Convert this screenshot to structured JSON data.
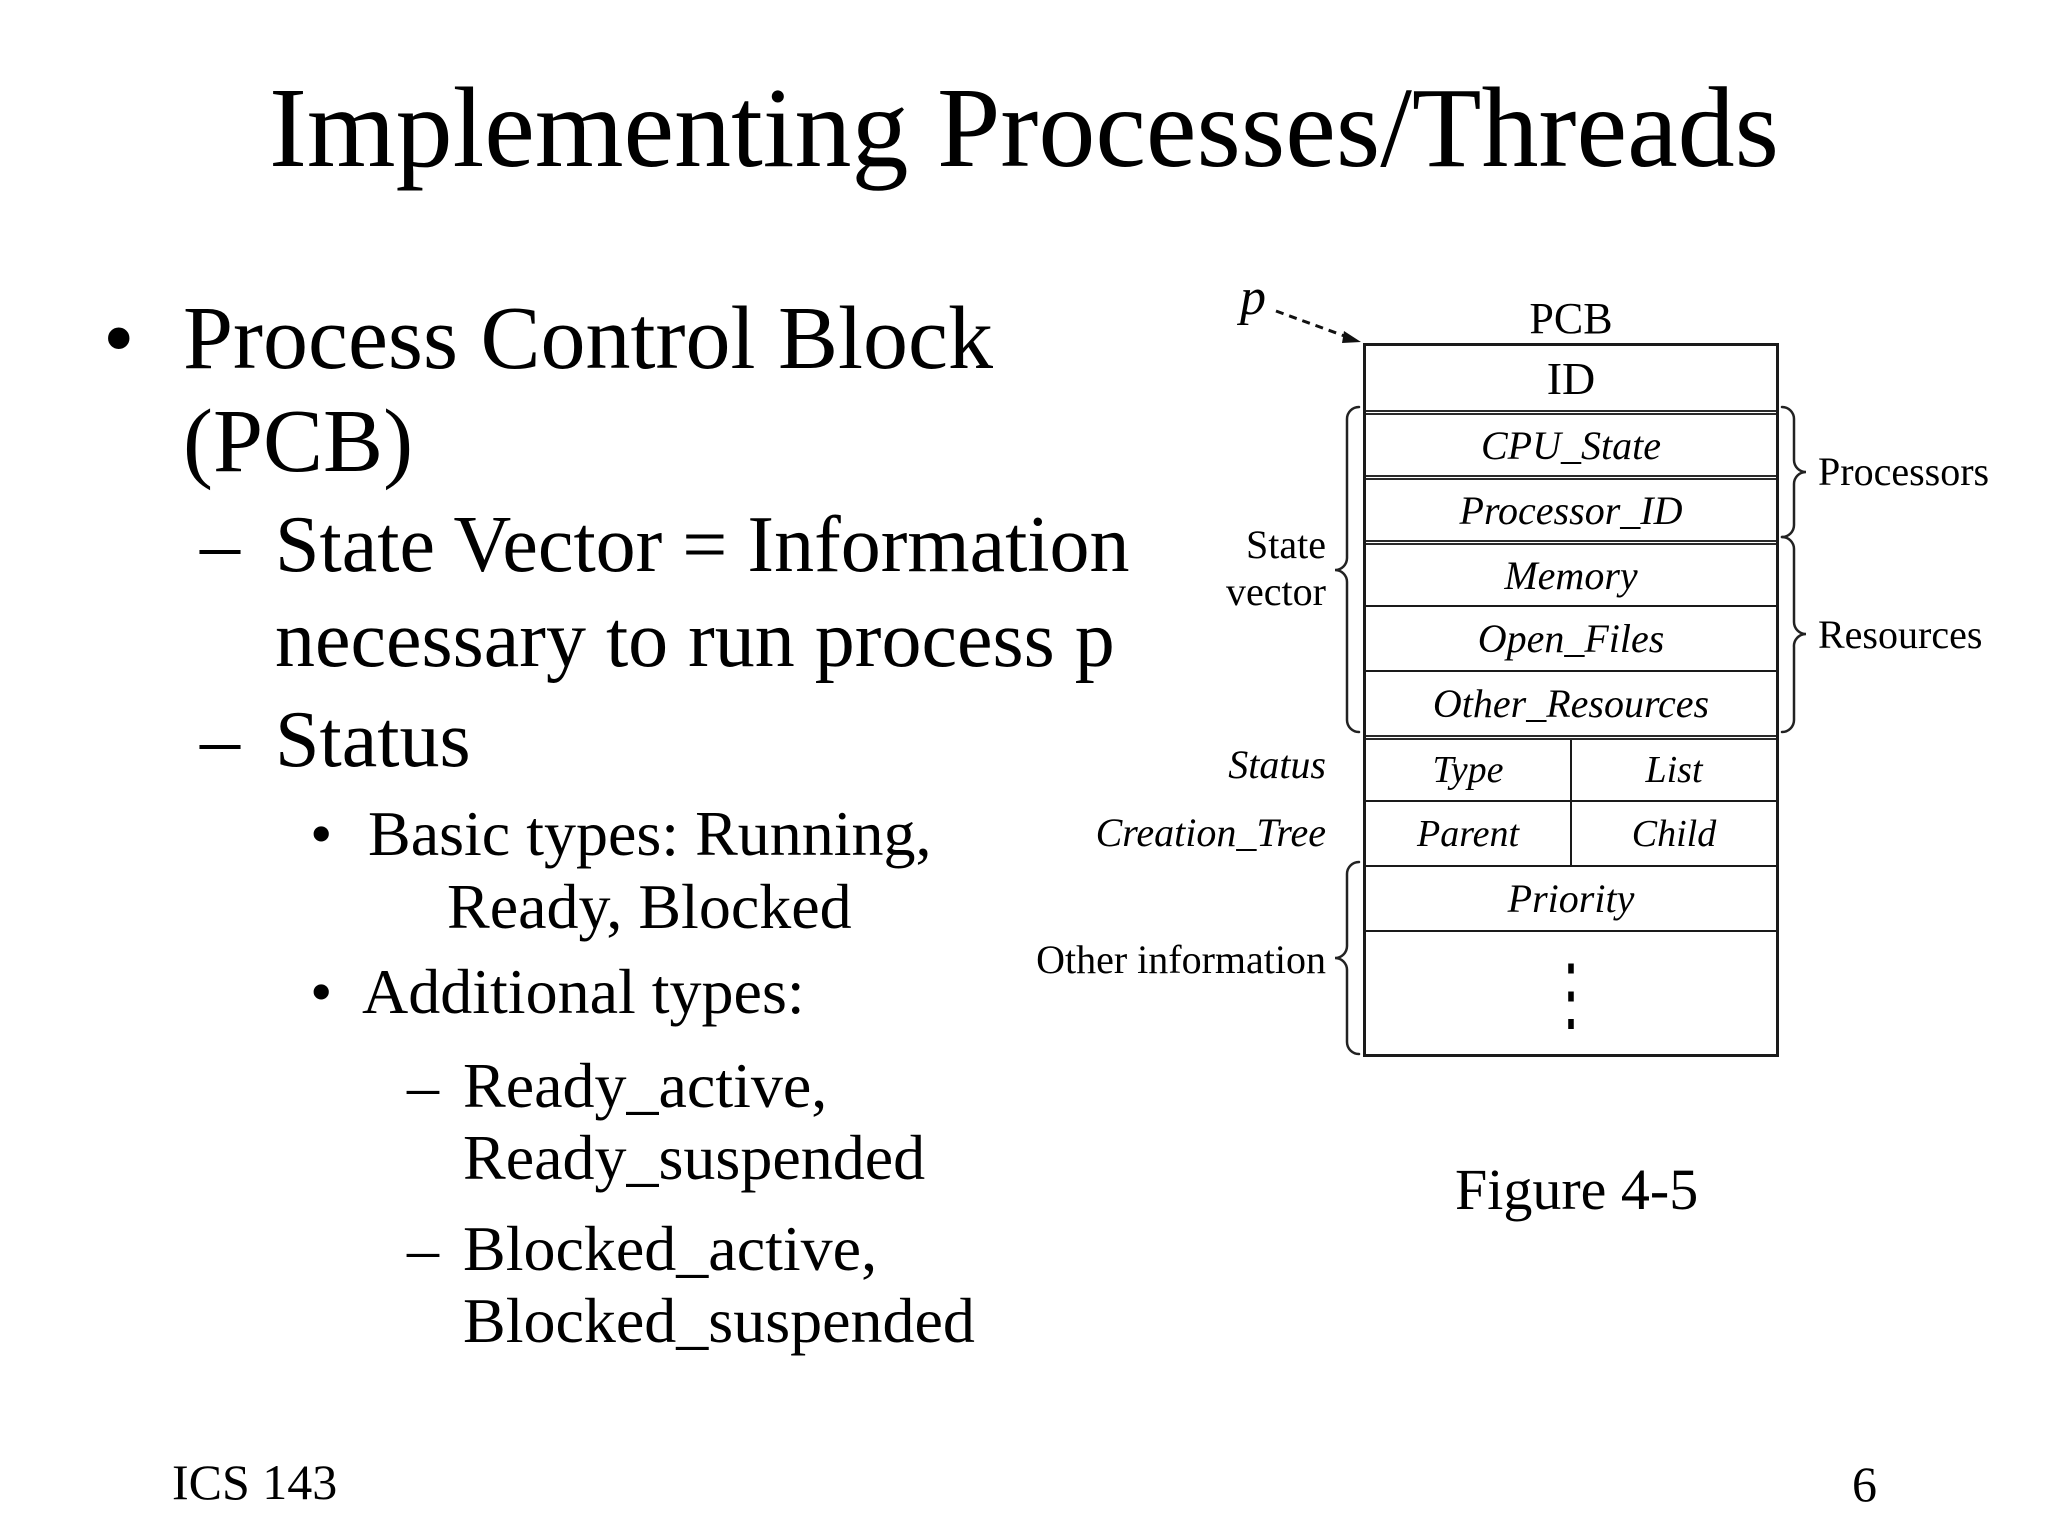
{
  "title": "Implementing Processes/Threads",
  "bullets": [
    {
      "marker": "•",
      "lines": [
        "Process Control Block",
        "(PCB)"
      ]
    },
    {
      "marker": "–",
      "lines": [
        "State Vector = Information",
        "necessary to run process p"
      ]
    },
    {
      "marker": "–",
      "lines": [
        "Status"
      ]
    },
    {
      "marker": "•",
      "lines": [
        "Basic types: Running,",
        "Ready, Blocked"
      ]
    },
    {
      "marker": "•",
      "lines": [
        "Additional types:"
      ]
    },
    {
      "marker": "–",
      "lines": [
        "Ready_active,",
        "Ready_suspended"
      ]
    },
    {
      "marker": "–",
      "lines": [
        "Blocked_active,",
        "Blocked_suspended"
      ]
    }
  ],
  "figure": {
    "pointer_label": "p",
    "table_title": "PCB",
    "caption": "Figure 4-5",
    "ellipsis": "⋮",
    "fields": {
      "id": "ID",
      "cpu_state": "CPU_State",
      "processor_id": "Processor_ID",
      "memory": "Memory",
      "open_files": "Open_Files",
      "other_resources": "Other_Resources",
      "type": "Type",
      "list": "List",
      "parent": "Parent",
      "child": "Child",
      "priority": "Priority"
    },
    "left_labels": {
      "state_vector": [
        "State",
        "vector"
      ],
      "status": "Status",
      "creation_tree": "Creation_Tree",
      "other_information": "Other information"
    },
    "right_labels": {
      "processors": "Processors",
      "resources": "Resources"
    }
  },
  "footer": {
    "course": "ICS 143",
    "page_number": "6"
  },
  "colors": {
    "text": "#000000",
    "background": "#ffffff",
    "line": "#1a1a1a"
  }
}
